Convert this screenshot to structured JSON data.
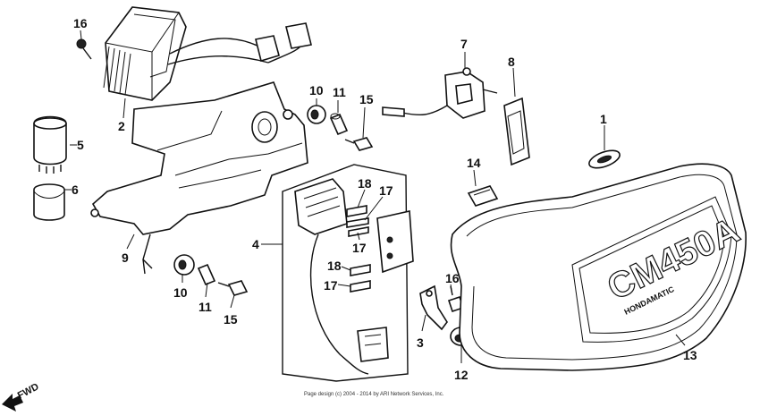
{
  "callouts": [
    {
      "id": "c16a",
      "text": "16"
    },
    {
      "id": "c2",
      "text": "2"
    },
    {
      "id": "c5",
      "text": "5"
    },
    {
      "id": "c6",
      "text": "6"
    },
    {
      "id": "c9",
      "text": "9"
    },
    {
      "id": "c10a",
      "text": "10"
    },
    {
      "id": "c11a",
      "text": "11"
    },
    {
      "id": "c15a",
      "text": "15"
    },
    {
      "id": "c7",
      "text": "7"
    },
    {
      "id": "c8",
      "text": "8"
    },
    {
      "id": "c1",
      "text": "1"
    },
    {
      "id": "c14",
      "text": "14"
    },
    {
      "id": "c4",
      "text": "4"
    },
    {
      "id": "c18a",
      "text": "18"
    },
    {
      "id": "c17a",
      "text": "17"
    },
    {
      "id": "c17b",
      "text": "17"
    },
    {
      "id": "c18b",
      "text": "18"
    },
    {
      "id": "c17c",
      "text": "17"
    },
    {
      "id": "c10b",
      "text": "10"
    },
    {
      "id": "c11b",
      "text": "11"
    },
    {
      "id": "c15b",
      "text": "15"
    },
    {
      "id": "c16b",
      "text": "16"
    },
    {
      "id": "c3",
      "text": "3"
    },
    {
      "id": "c12",
      "text": "12"
    },
    {
      "id": "c13",
      "text": "13"
    }
  ],
  "cover_badge": {
    "model": "CM450A",
    "subtitle": "HONDAMATIC"
  },
  "direction_label": "FWD",
  "footer": "Page design (c) 2004 - 2014 by ARI Network Services, Inc."
}
